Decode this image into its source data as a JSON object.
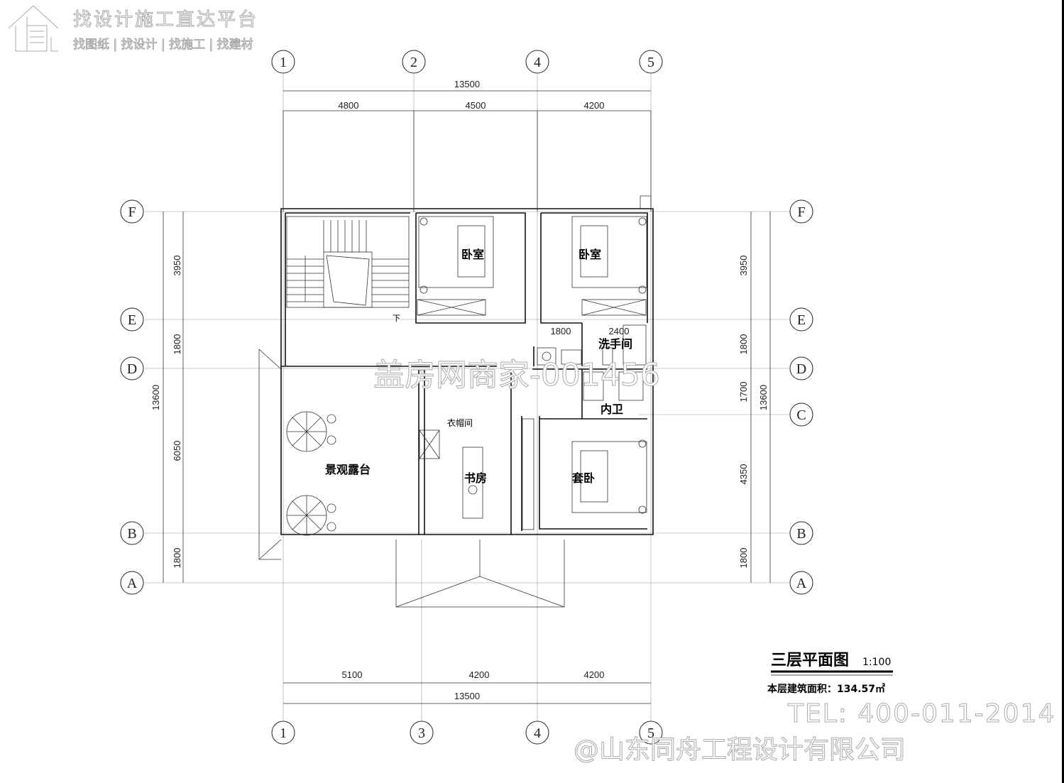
{
  "watermark_logo": {
    "title": "找设计施工直达平台",
    "subtitle": "找图纸 | 找设计 | 找施工 | 找建材"
  },
  "watermark_center": "盖房网商家-001456",
  "watermark_tel": "TEL: 400-011-2014",
  "watermark_company": "@山东同舟工程设计有限公司",
  "axes": {
    "top": [
      "1",
      "2",
      "4",
      "5"
    ],
    "bottom": [
      "1",
      "3",
      "4",
      "5"
    ],
    "left": [
      "F",
      "E",
      "D",
      "B",
      "A"
    ],
    "right": [
      "F",
      "E",
      "D",
      "C",
      "B",
      "A"
    ]
  },
  "dimensions": {
    "top_total": "13500",
    "top": [
      "4800",
      "4500",
      "4200"
    ],
    "bottom": [
      "5100",
      "4200",
      "4200"
    ],
    "bottom_total": "13500",
    "left_total": "13600",
    "left": [
      "3950",
      "1800",
      "6050",
      "1800"
    ],
    "right": [
      "3950",
      "1800",
      "1700",
      "4350",
      "1800"
    ],
    "right_total": "13600",
    "inner": [
      "1800",
      "2400"
    ]
  },
  "rooms": {
    "bedroom1": "卧室",
    "bedroom2": "卧室",
    "washroom": "洗手间",
    "inner_bath": "内卫",
    "cloakroom": "衣帽间",
    "terrace": "景观露台",
    "study": "书房",
    "master_bedroom": "套卧",
    "stair_down": "下"
  },
  "title_block": {
    "title": "三层平面图",
    "scale": "1:100",
    "area": "本层建筑面积：134.57㎡"
  }
}
